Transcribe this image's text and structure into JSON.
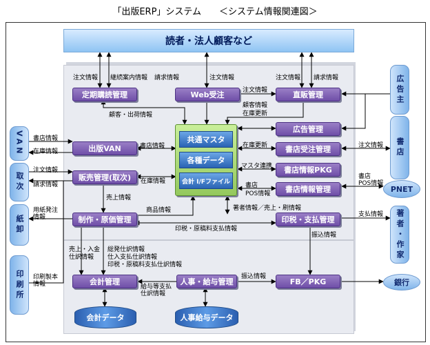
{
  "title": "「出版ERP」システム　　＜システム情報関連図＞",
  "customer": "読者・法人顧客など",
  "center": {
    "items": [
      "共通マスタ",
      "各種データ",
      "会計 I/Fファイル"
    ]
  },
  "boxes": {
    "teiki": "定期購読管理",
    "web": "Web受注",
    "chokuhan": "直販管理",
    "koukoku": "広告管理",
    "shuppan_van": "出版VAN",
    "shoten_juchu": "書店受注管理",
    "hanbai": "販売管理(取次)",
    "shoten_pkg": "書店情報PKG",
    "shoten_kanri": "書店情報管理",
    "seisaku": "制作・原価管理",
    "inzei": "印税・支払管理",
    "kaikei": "会計管理",
    "jinji": "人事・給与管理",
    "fb": "FB／PKG"
  },
  "databases": {
    "kaikei_data": "会計データ",
    "jinji_data": "人事給与データ"
  },
  "external": {
    "left": [
      "VAN",
      "取次",
      "紙卸",
      "印刷所"
    ],
    "right": [
      "広告主",
      "書店",
      "著者・作家"
    ],
    "pnet": "PNET",
    "bank": "銀行"
  },
  "labels": {
    "l01": "注文情報",
    "l02": "継続案内情報",
    "l03": "請求情報",
    "l04": "注文情報",
    "l05": "注文情報",
    "l06": "請求情報",
    "l07": "注文情報",
    "l08": "顧客情報",
    "l09": "在庫更新",
    "l10": "顧客・出荷情報",
    "l11": "書店情報",
    "l12": "在庫情報",
    "l13": "書店情報",
    "l14": "在庫更新",
    "l15": "注文情報",
    "l16": "注文情報",
    "l17": "請求情報",
    "l18": "在庫情報",
    "l19": "マスタ連携",
    "l20": "書店",
    "l21": "POS情報",
    "l22": "書店",
    "l23": "POS情報",
    "l24": "売上情報",
    "l25": "用紙発注",
    "l26": "情報",
    "l27": "商品情報",
    "l28": "著者情報／売上・刷情報",
    "l29": "支払情報",
    "l30": "印税・原稿料支払情報",
    "l31": "振込情報",
    "l32": "売上・入金",
    "l33": "仕訳情報",
    "l34": "総発仕訳情報",
    "l35": "仕入支払仕訳情報",
    "l36": "印税・原稿料支払仕訳情報",
    "l37": "印刷製本",
    "l38": "情報",
    "l39": "給与等支払",
    "l40": "仕訳情報",
    "l41": "振込情報"
  }
}
